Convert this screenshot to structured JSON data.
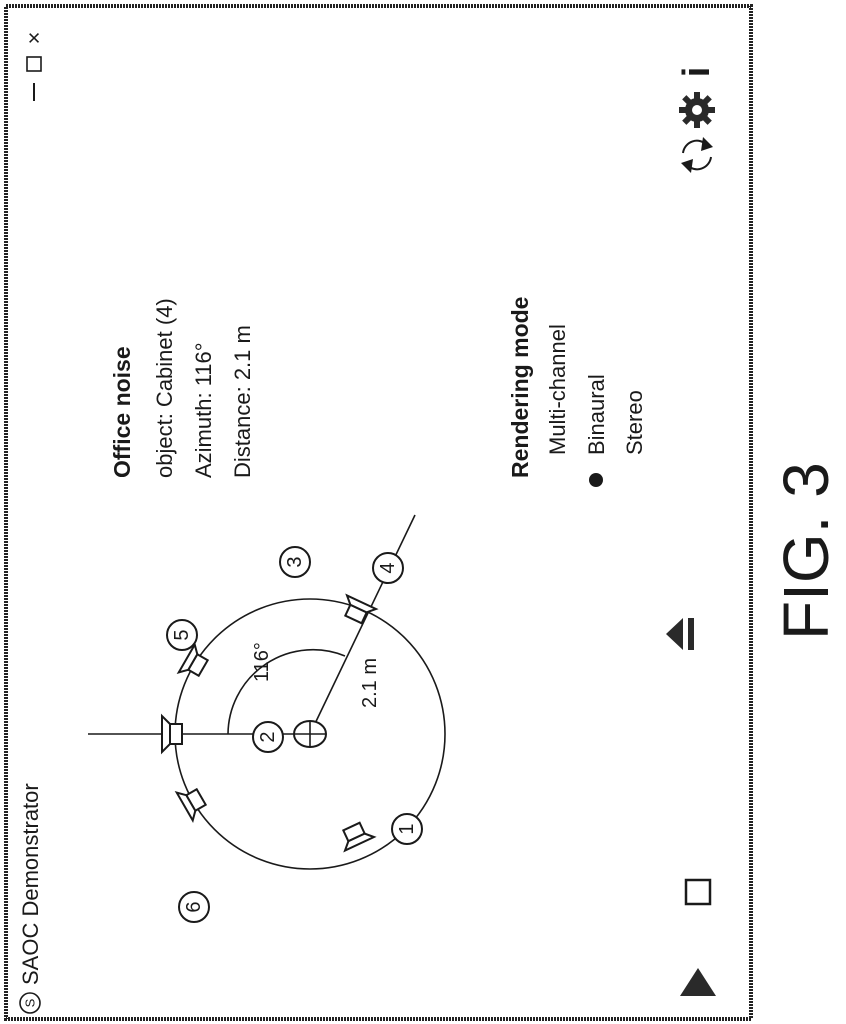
{
  "window": {
    "title": "SAOC Demonstrator",
    "app_icon_letter": "S",
    "controls": {
      "minimize": "–",
      "maximize": "□",
      "close": "×"
    }
  },
  "toolbar": {
    "icons": [
      "refresh-icon",
      "settings-icon",
      "info-icon"
    ],
    "info_glyph": "i"
  },
  "info_panel": {
    "heading": "Office noise",
    "object_line": "object: Cabinet (4)",
    "azimuth_line": "Azimuth: 116°",
    "distance_line": "Distance: 2.1 m"
  },
  "rendering_mode": {
    "heading": "Rendering mode",
    "options": [
      "Multi-channel",
      "Binaural",
      "Stereo"
    ],
    "selected": "Binaural"
  },
  "scene": {
    "angle_label": "116°",
    "distance_label": "2.1 m",
    "objects": [
      "1",
      "2",
      "3",
      "4",
      "5",
      "6"
    ],
    "selected_object": "4"
  },
  "transport": {
    "controls": [
      "play-button",
      "stop-button",
      "eject-button"
    ]
  },
  "caption": "FIG. 3"
}
